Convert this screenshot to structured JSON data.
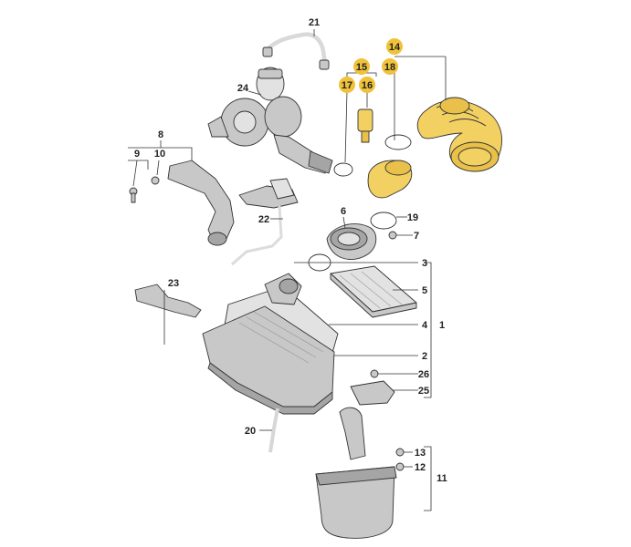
{
  "callouts": [
    {
      "id": "c21",
      "text": "21",
      "highlight": false
    },
    {
      "id": "c24",
      "text": "24",
      "highlight": false
    },
    {
      "id": "c14",
      "text": "14",
      "highlight": true
    },
    {
      "id": "c15",
      "text": "15",
      "highlight": true
    },
    {
      "id": "c18",
      "text": "18",
      "highlight": true
    },
    {
      "id": "c17",
      "text": "17",
      "highlight": true
    },
    {
      "id": "c16",
      "text": "16",
      "highlight": true
    },
    {
      "id": "c8",
      "text": "8",
      "highlight": false
    },
    {
      "id": "c9",
      "text": "9",
      "highlight": false
    },
    {
      "id": "c10",
      "text": "10",
      "highlight": false
    },
    {
      "id": "c22",
      "text": "22",
      "highlight": false
    },
    {
      "id": "c6",
      "text": "6",
      "highlight": false
    },
    {
      "id": "c19",
      "text": "19",
      "highlight": false
    },
    {
      "id": "c7",
      "text": "7",
      "highlight": false
    },
    {
      "id": "c3",
      "text": "3",
      "highlight": false
    },
    {
      "id": "c23",
      "text": "23",
      "highlight": false
    },
    {
      "id": "c5",
      "text": "5",
      "highlight": false
    },
    {
      "id": "c4",
      "text": "4",
      "highlight": false
    },
    {
      "id": "c1",
      "text": "1",
      "highlight": false
    },
    {
      "id": "c2",
      "text": "2",
      "highlight": false
    },
    {
      "id": "c26",
      "text": "26",
      "highlight": false
    },
    {
      "id": "c25",
      "text": "25",
      "highlight": false
    },
    {
      "id": "c20",
      "text": "20",
      "highlight": false
    },
    {
      "id": "c13",
      "text": "13",
      "highlight": false
    },
    {
      "id": "c12",
      "text": "12",
      "highlight": false
    },
    {
      "id": "c11",
      "text": "11",
      "highlight": false
    }
  ],
  "colors": {
    "highlight_part": "#f2d062",
    "highlight_badge": "#f0c23a",
    "part_fill": "#c8c8c8",
    "outline": "#333333"
  }
}
